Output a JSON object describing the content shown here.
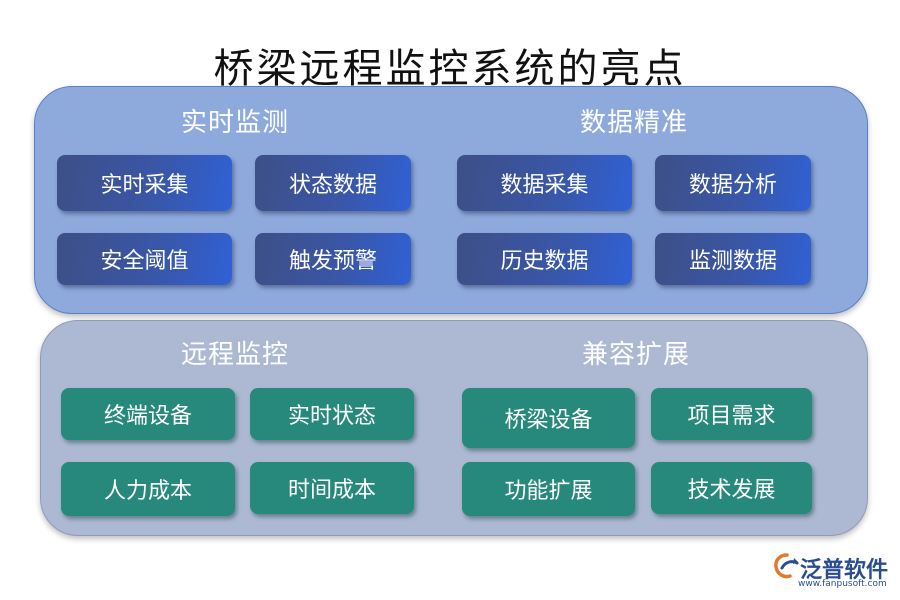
{
  "title": "桥梁远程监控系统的亮点",
  "sections": {
    "realtime": {
      "title": "实时监测",
      "items": [
        "实时采集",
        "状态数据",
        "安全阈值",
        "触发预警"
      ]
    },
    "precision": {
      "title": "数据精准",
      "items": [
        "数据采集",
        "数据分析",
        "历史数据",
        "监测数据"
      ]
    },
    "remote": {
      "title": "远程监控",
      "items": [
        "终端设备",
        "实时状态",
        "人力成本",
        "时间成本"
      ]
    },
    "compat": {
      "title": "兼容扩展",
      "items": [
        "桥梁设备",
        "项目需求",
        "功能扩展",
        "技术发展"
      ]
    }
  },
  "logo": {
    "name": "泛普软件",
    "url": "www.fanpusoft.com",
    "icon": "fanpu-logo-icon"
  },
  "colors": {
    "top_panel": "#8eaadc",
    "bottom_panel": "#adb9d3",
    "blue_box": "#3a56a6",
    "teal_box": "#27897b"
  }
}
